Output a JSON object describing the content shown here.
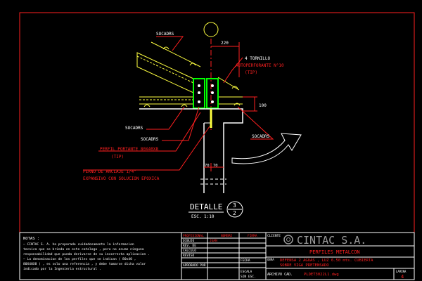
{
  "colors": {
    "background": "#000000",
    "red": "#ff2020",
    "yellow": "#ffff40",
    "green": "#00ff00",
    "white": "#ffffff",
    "gray": "#9a9a9a",
    "blue": "#3b5bff"
  },
  "drawing": {
    "label_soldadura_top": "SOCADRS",
    "dim_220": "220",
    "label_tornillo_1": "4 TORNILLO",
    "label_tornillo_2": "AUTOPERFORANTE N°10",
    "label_tornillo_3": "(TIP)",
    "dim_100": "100",
    "label_soldadura_left": "SOCADRS",
    "label_soldadura_mid": "SOCADRS",
    "label_soldadura_right": "SOCADRS",
    "label_perfil_1": "PERFIL PORTANTE 80X40X8",
    "label_perfil_2": "(TIP)",
    "label_perno_1": "PERNO DE ANCLAJE 1/4\"",
    "label_perno_2": "EXPANSIVO CON SOLUCION EPOXICA",
    "dim_70a": "70",
    "dim_70b": "70",
    "detalle_title": "DETALLE",
    "detalle_scale": "ESC. 1:10",
    "detalle_number": "3",
    "detalle_sheet": "2"
  },
  "titleblock": {
    "notas_title": "NOTAS :",
    "notas_lines": [
      "— CINTAC S. A. ha preparado cuidadosamente la informacion",
      "tecnica que se brinda en este catalogo , pero no asume ninguna",
      "responsabilidad que pueda derivarse de su incorrecta aplicacion .",
      "— La denominacion de los perfiles que se indican ( 80x40 ,",
      "80X40X8 ) , es solo una referencia , y debe tomarse dicha valor",
      "indicado por la Ingenieria estructural ."
    ],
    "col_profesional": "PROFESIONAL",
    "col_nombre": "NOMBRE",
    "col_firma": "FIRMA",
    "row_dibujo": "DIBUJO",
    "row_dibujo_val": "JUAN",
    "row_rev": "REV. DE",
    "row_calc": "CALCULO",
    "row_rev2": "REVISO",
    "row_aprobado": "APROBADO POR",
    "escala_label": "ESCALA",
    "escala_val": "SIN ESC.",
    "fecha_label": "FECHA",
    "cliente_label": "CLIENTE",
    "company": "CINTAC S.A.",
    "department": "PERFILES METALCON",
    "obra_label": "OBRA",
    "obra_line1": "DEFENSA 2 AGUAS , LUZ 6.50 mts. CUBIERTA",
    "obra_line2": "SOBRE VIGA PRETENSADO",
    "archivo_label": "ARCHIVO CAD.",
    "archivo_val": "PLDET3022L1.dwg",
    "lamina_label": "LAMINA",
    "lamina_val": "4"
  }
}
